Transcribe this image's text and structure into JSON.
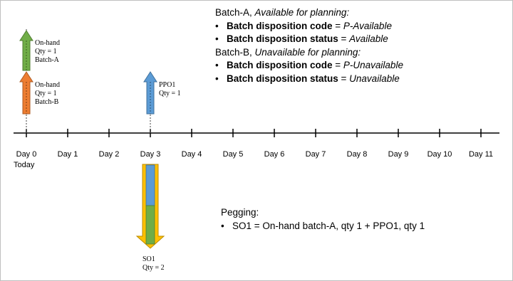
{
  "planning_info": {
    "batch_a_name": "Batch-A,",
    "batch_a_state": "Available for planning:",
    "batch_a_items": [
      {
        "label": "Batch disposition code",
        "sep": " = ",
        "value": "P-Available"
      },
      {
        "label": "Batch disposition status",
        "sep": " = ",
        "value": "Available"
      }
    ],
    "batch_b_name": "Batch-B,",
    "batch_b_state": "Unavailable for planning:",
    "batch_b_items": [
      {
        "label": "Batch disposition code",
        "sep": " = ",
        "value": "P-Unavailable"
      },
      {
        "label": "Batch disposition status",
        "sep": " = ",
        "value": "Unavailable"
      }
    ]
  },
  "arrows": {
    "onhand_batch_a": {
      "lines": [
        "On-hand",
        "Qty = 1",
        "Batch-A"
      ],
      "color": "#70ad47",
      "border": "#507e32"
    },
    "onhand_batch_b": {
      "lines": [
        "On-hand",
        "Qty = 1",
        "Batch-B"
      ],
      "color": "#ed7d31",
      "border": "#ae5a21"
    },
    "ppo1": {
      "lines": [
        "PPO1",
        "Qty = 1"
      ],
      "color": "#5b9bd5",
      "border": "#41719c"
    },
    "so1": {
      "lines": [
        "SO1",
        "Qty = 2"
      ],
      "color": "#ffc000",
      "border": "#bc8c00"
    }
  },
  "timeline": {
    "days": [
      "Day 0",
      "Day 1",
      "Day 2",
      "Day 3",
      "Day 4",
      "Day 5",
      "Day 6",
      "Day 7",
      "Day 8",
      "Day 9",
      "Day 10",
      "Day 11"
    ],
    "today_label": "Today"
  },
  "pegging": {
    "title": "Pegging:",
    "items": [
      "SO1 = On-hand batch-A, qty 1 + PPO1, qty 1"
    ]
  }
}
